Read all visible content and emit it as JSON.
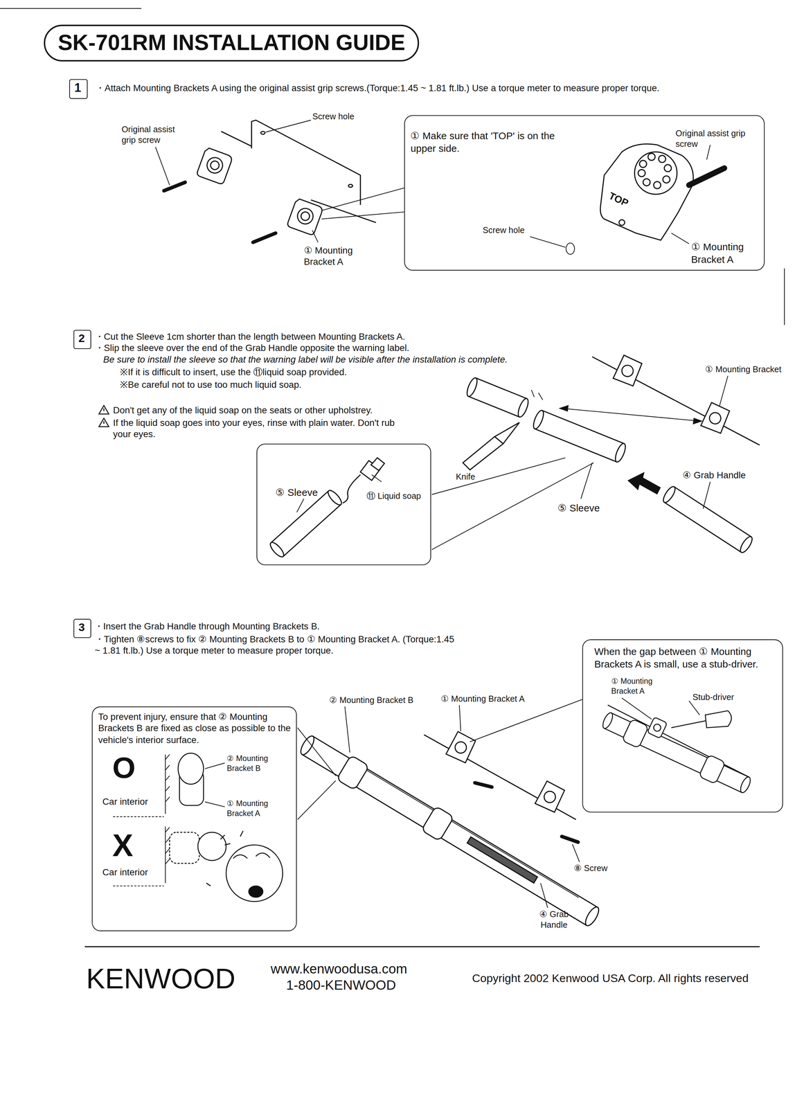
{
  "diagram": {
    "title": "SK-701RM INSTALLATION GUIDE",
    "nodes": [
      {
        "text": [
          "1"
        ]
      },
      {
        "text": [
          "① Make sure that 'TOP' is on the upper side.",
          "Original assist grip screw",
          "TOP",
          "Screw hole",
          "① Mounting Bracket A"
        ]
      },
      {
        "text": [
          "2"
        ]
      },
      {
        "text": [
          "⑤ Sleeve",
          "⑪ Liquid soap"
        ]
      },
      {
        "text": [
          "3"
        ]
      },
      {
        "text": [
          "To prevent injury, ensure that ② Mounting Brackets B are fixed as close as possible to the vehicle's interior surface.",
          "O",
          "② Mounting Bracket B",
          "Car interior",
          "① Mounting Bracket A",
          "X",
          "Car interior"
        ]
      },
      {
        "text": [
          "When the gap between ① Mounting Brackets A is small, use a stub-driver.",
          "① Mounting Bracket A",
          "Stub-driver"
        ]
      }
    ],
    "labels": [
      "・Attach Mounting Brackets A using the original assist grip screws.(Torque:1.45 ~ 1.81 ft.lb.) Use a torque meter to measure proper torque.",
      "Original assist grip screw",
      "Screw hole",
      "① Mounting Bracket A",
      "・Cut the Sleeve 1cm shorter than the length between Mounting Brackets A.",
      "・Slip the sleeve over the end of the Grab Handle opposite the warning label.",
      "Be sure to install the sleeve so that the warning label will be visible after the installation is complete.",
      "※If it is difficult to insert, use the ⑪liquid soap provided.",
      "※Be careful not to use too much liquid soap.",
      "Don't get any of the liquid soap on the seats or other upholstrey.",
      "If the liquid soap goes into your eyes, rinse with plain water. Don't rub your eyes.",
      "① Mounting Bracket",
      "Knife",
      "④ Grab Handle",
      "⑤ Sleeve",
      "・Insert the Grab Handle through Mounting Brackets B.",
      "・Tighten ⑧screws to fix ② Mounting Brackets B to ① Mounting Bracket A. (Torque:1.45 ~ 1.81 ft.lb.) Use a torque meter to measure proper torque.",
      "② Mounting Bracket B",
      "① Mounting Bracket A",
      "⑧ Screw",
      "④ Grab Handle",
      "KENWOOD",
      "www.kenwoodusa.com",
      "1-800-KENWOOD",
      "Copyright 2002 Kenwood USA Corp. All rights reserved"
    ]
  }
}
